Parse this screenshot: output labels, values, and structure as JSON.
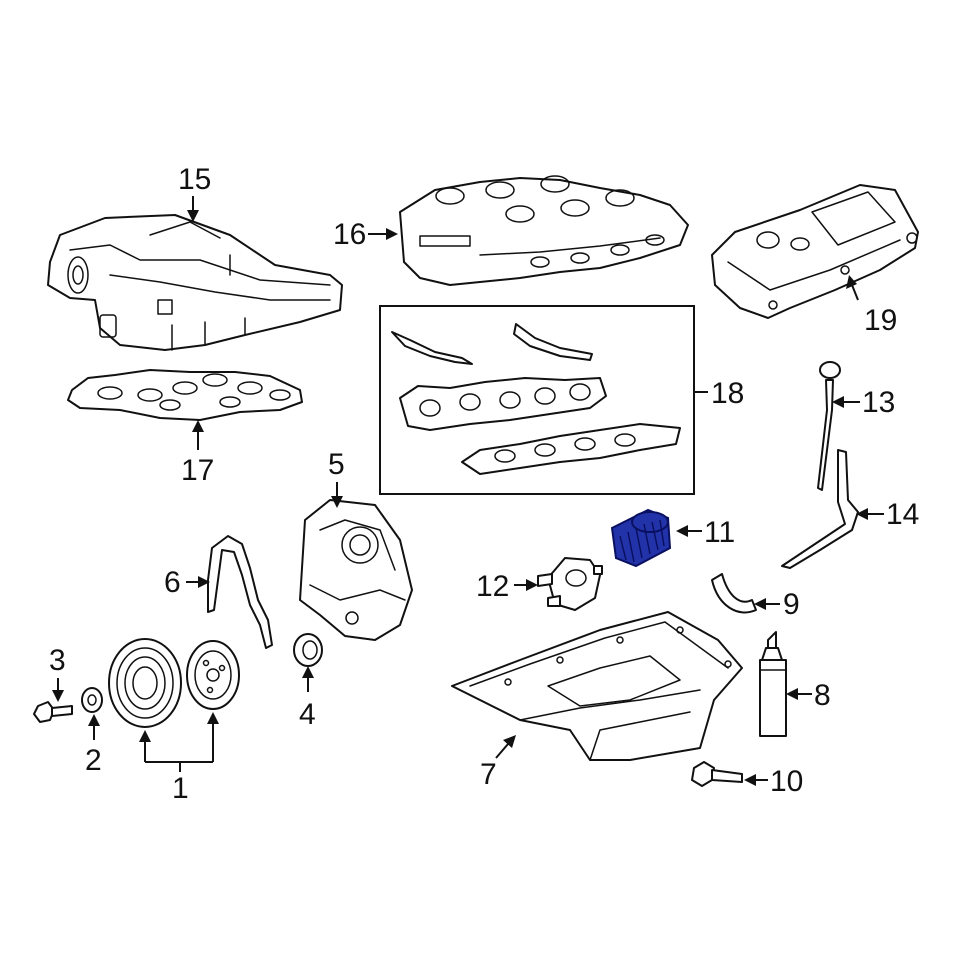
{
  "diagram": {
    "callouts": {
      "c1": "1",
      "c2": "2",
      "c3": "3",
      "c4": "4",
      "c5": "5",
      "c6": "6",
      "c7": "7",
      "c8": "8",
      "c9": "9",
      "c10": "10",
      "c11": "11",
      "c12": "12",
      "c13": "13",
      "c14": "14",
      "c15": "15",
      "c16": "16",
      "c17": "17",
      "c18": "18",
      "c19": "19"
    },
    "highlight_color": "#2233aa",
    "highlighted_part": "11"
  }
}
